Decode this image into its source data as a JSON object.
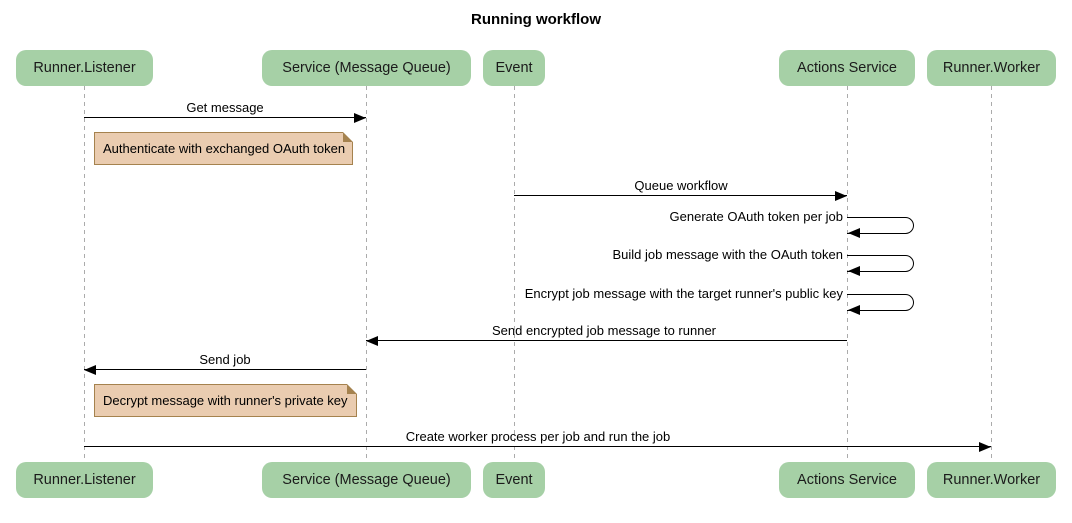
{
  "title": "Running workflow",
  "diagram_type": "sequence",
  "colors": {
    "participant_fill": "#A6D0A6",
    "note_fill": "#EACCB0",
    "note_border": "#A5824E",
    "lifeline": "#ABABAB",
    "arrow": "#000000",
    "background": "#FFFFFF"
  },
  "participants": [
    {
      "label": "Runner.Listener"
    },
    {
      "label": "Service (Message Queue)"
    },
    {
      "label": "Event"
    },
    {
      "label": "Actions Service"
    },
    {
      "label": "Runner.Worker"
    }
  ],
  "messages": [
    {
      "label": "Get message",
      "from": "Runner.Listener",
      "to": "Service (Message Queue)",
      "self": false
    },
    {
      "label": "Queue workflow",
      "from": "Event",
      "to": "Actions Service",
      "self": false
    },
    {
      "label": "Generate OAuth token per job",
      "from": "Actions Service",
      "to": "Actions Service",
      "self": true
    },
    {
      "label": "Build job message with the OAuth token",
      "from": "Actions Service",
      "to": "Actions Service",
      "self": true
    },
    {
      "label": "Encrypt job message with the target runner's public key",
      "from": "Actions Service",
      "to": "Actions Service",
      "self": true
    },
    {
      "label": "Send encrypted job message to runner",
      "from": "Actions Service",
      "to": "Service (Message Queue)",
      "self": false
    },
    {
      "label": "Send job",
      "from": "Service (Message Queue)",
      "to": "Runner.Listener",
      "self": false
    },
    {
      "label": "Create worker process per job and run the job",
      "from": "Runner.Listener",
      "to": "Runner.Worker",
      "self": false
    }
  ],
  "notes": [
    {
      "label": "Authenticate with exchanged OAuth token",
      "anchor": "Runner.Listener"
    },
    {
      "label": "Decrypt message with runner's private key",
      "anchor": "Runner.Listener"
    }
  ]
}
